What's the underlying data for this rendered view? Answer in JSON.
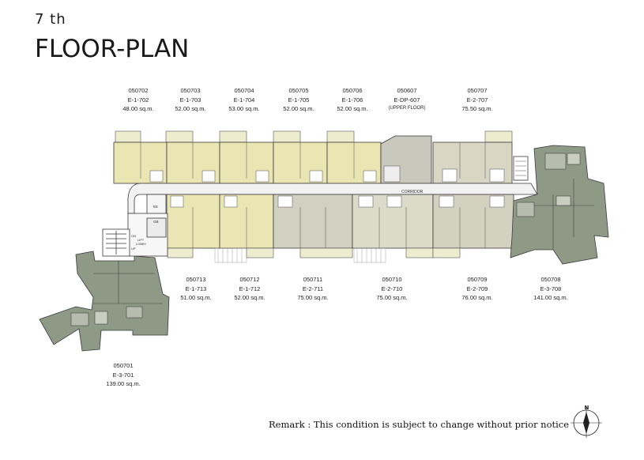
{
  "header": {
    "floor": "7 th",
    "title": "FLOOR-PLAN"
  },
  "corridor_label": "CORRIDOR",
  "core_labels": {
    "lift_lobby": [
      "ON",
      "LIFT",
      "LOBBY",
      "UP"
    ],
    "ee": "EE",
    "gb": "GB"
  },
  "units": [
    {
      "id": "u702",
      "code": "050702",
      "name": "E-1-702",
      "area": "48.00 sq.m."
    },
    {
      "id": "u703",
      "code": "050703",
      "name": "E-1-703",
      "area": "52.00 sq.m."
    },
    {
      "id": "u704",
      "code": "050704",
      "name": "E-1-704",
      "area": "53.00 sq.m."
    },
    {
      "id": "u705",
      "code": "050705",
      "name": "E-1-705",
      "area": "52.00 sq.m."
    },
    {
      "id": "u706",
      "code": "050706",
      "name": "E-1-706",
      "area": "52.00 sq.m."
    },
    {
      "id": "u607",
      "code": "050607",
      "name": "E-DP-607",
      "area": "(UPPER FLOOR)"
    },
    {
      "id": "u707",
      "code": "050707",
      "name": "E-2-707",
      "area": "75.50 sq.m."
    },
    {
      "id": "u713",
      "code": "050713",
      "name": "E-1-713",
      "area": "51.00 sq.m."
    },
    {
      "id": "u712",
      "code": "050712",
      "name": "E-1-712",
      "area": "52.00 sq.m."
    },
    {
      "id": "u711",
      "code": "050711",
      "name": "E-2-711",
      "area": "75.00 sq.m."
    },
    {
      "id": "u710",
      "code": "050710",
      "name": "E-2-710",
      "area": "75.00 sq.m."
    },
    {
      "id": "u709",
      "code": "050709",
      "name": "E-2-709",
      "area": "76.00 sq.m."
    },
    {
      "id": "u708",
      "code": "050708",
      "name": "E-3-708",
      "area": "141.00 sq.m."
    },
    {
      "id": "u701",
      "code": "050701",
      "name": "E-3-701",
      "area": "139.00 sq.m."
    }
  ],
  "remark": "Remark : This condition is subject to change without prior notice",
  "compass": {
    "label": "N"
  },
  "colors": {
    "type1": "#e9e6b4",
    "type2": "#d9d6c4",
    "type3": "#8e9a86",
    "corridor": "#f2f2f2",
    "wall": "#3a3a3a"
  }
}
